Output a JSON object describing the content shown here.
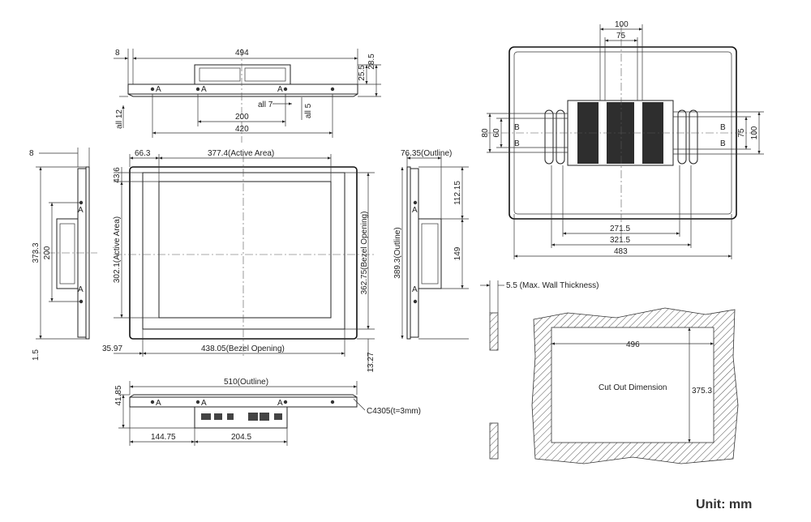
{
  "unit_label": "Unit: mm",
  "top_view": {
    "d_8": "8",
    "d_494": "494",
    "d_25_5": "25.5",
    "d_28_5": "28.5",
    "d_12": "all 12",
    "d_7": "all 7",
    "d_5": "all 5",
    "d_200": "200",
    "d_420": "420",
    "marker": "A"
  },
  "front_view": {
    "d_66_3": "66.3",
    "d_377_4": "377.4(Active Area)",
    "d_43_6": "43.6",
    "d_302_1": "302.1(Active Area)",
    "d_362_75": "362.75(Bezel Opening)",
    "d_35_97": "35.97",
    "d_438_05": "438.05(Bezel Opening)",
    "d_13_27": "13.27"
  },
  "left_view": {
    "d_8": "8",
    "d_373_3": "373.3",
    "d_200": "200",
    "d_1_5": "1.5",
    "marker": "A"
  },
  "right_view": {
    "d_76_35": "76.35(Outline)",
    "d_112_15": "112.15",
    "d_389_3": "389.3(Outline)",
    "d_149": "149",
    "marker": "A"
  },
  "bottom_view": {
    "d_510": "510(Outline)",
    "d_41_85": "41.85",
    "d_c4305": "C4305(t=3mm)",
    "d_144_75": "144.75",
    "d_204_5": "204.5",
    "marker": "A"
  },
  "rear_view": {
    "d_100_top": "100",
    "d_75_top": "75",
    "d_80": "80",
    "d_60": "60",
    "d_75_right": "75",
    "d_100_right": "100",
    "d_271_5": "271.5",
    "d_321_5": "321.5",
    "d_483": "483",
    "marker": "B"
  },
  "cutout": {
    "wall": "5.5 (Max. Wall Thickness)",
    "d_496": "496",
    "title": "Cut Out Dimension",
    "d_375_3": "375.3"
  }
}
